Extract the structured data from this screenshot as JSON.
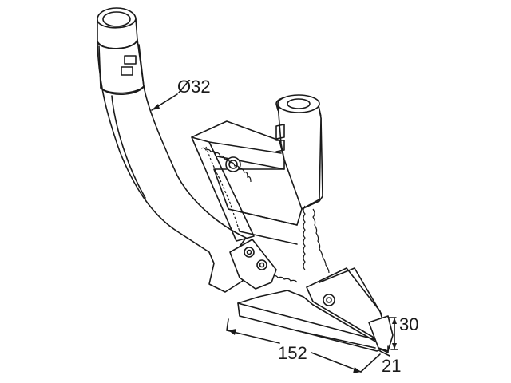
{
  "dimensions": {
    "tube_diameter": "Ø32",
    "base_length": "152",
    "tip_height": "30",
    "tip_width": "21"
  },
  "colors": {
    "line": "#1a1a1a",
    "background": "#ffffff"
  }
}
